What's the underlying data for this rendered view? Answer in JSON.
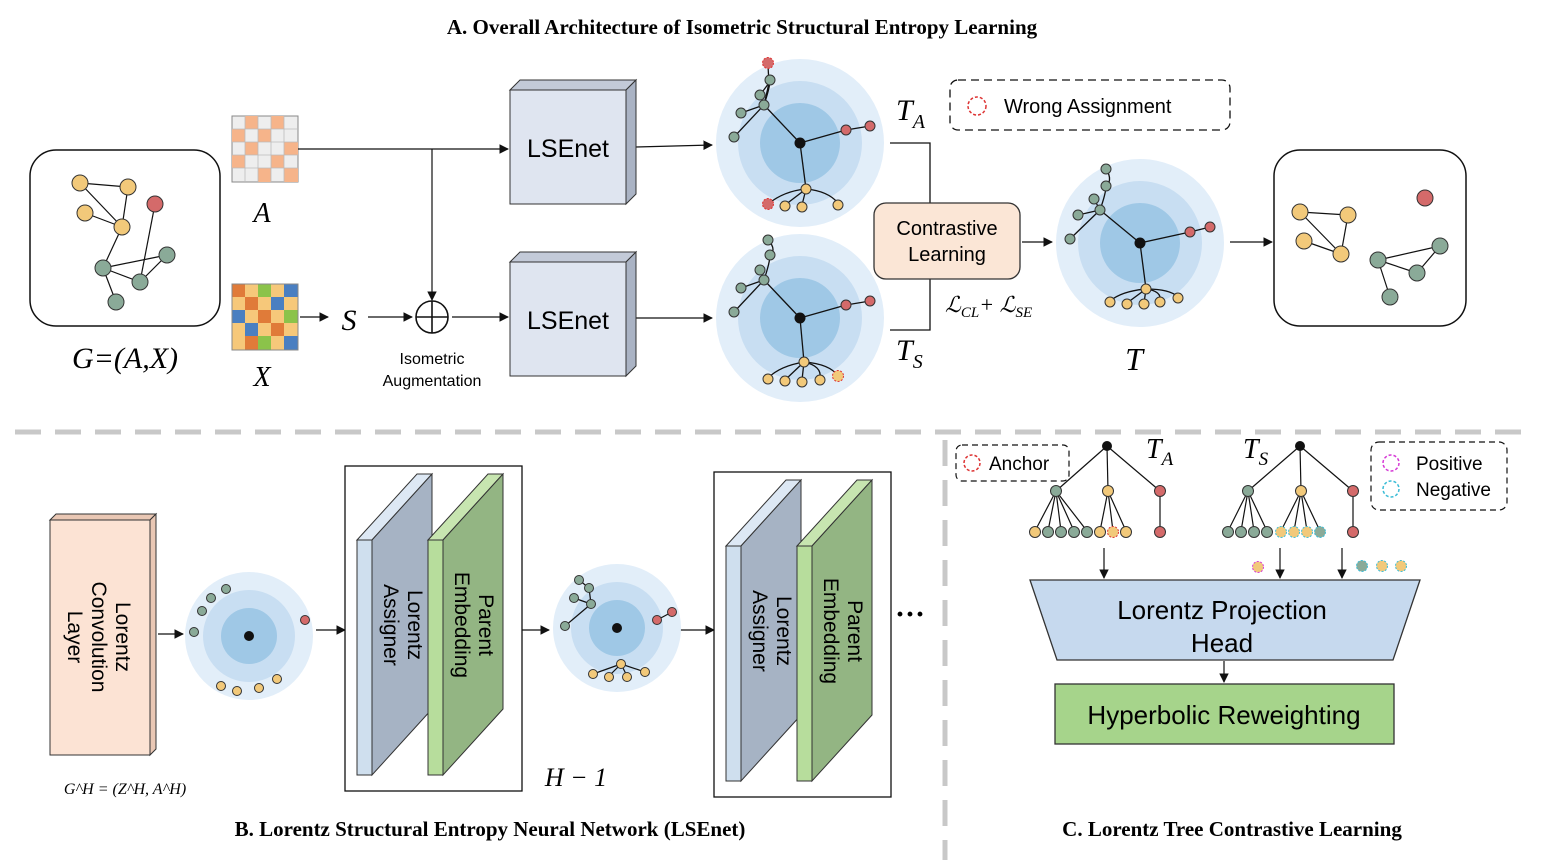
{
  "titles": {
    "a": "A. Overall Architecture of Isometric Structural Entropy Learning",
    "b": "B. Lorentz Structural Entropy Neural Network (LSEnet)",
    "c": "C. Lorentz Tree Contrastive Learning"
  },
  "part_a": {
    "graph_label": "G=(A,X)",
    "adj_label": "A",
    "feat_label": "X",
    "s_label": "S",
    "iso_line1": "Isometric",
    "iso_line2": "Augmentation",
    "lsenet_top": "LSEnet",
    "lsenet_bottom": "LSEnet",
    "ta_label": "T",
    "ta_sub": "A",
    "ts_label": "T",
    "ts_sub": "S",
    "contrast_line1": "Contrastive",
    "contrast_line2": "Learning",
    "loss_cl": "ℒ",
    "loss_cl_sub": "CL",
    "loss_plus": "+ ",
    "loss_se": "ℒ",
    "loss_se_sub": "SE",
    "t_label": "T",
    "legend_wrong": "Wrong Assignment"
  },
  "part_b": {
    "conv_line1": "Lorentz",
    "conv_line2": "Convolution",
    "conv_line3": "Layer",
    "gh_label": "G^H = (Z^H, A^H)",
    "assigner_line1": "Lorentz",
    "assigner_line2": "Assigner",
    "parent_line1": "Parent",
    "parent_line2": "Embedding",
    "h_minus": "H − 1",
    "ellipsis": "···"
  },
  "part_c": {
    "anchor_label": "Anchor",
    "ta_label": "T",
    "ta_sub": "A",
    "ts_label": "T",
    "ts_sub": "S",
    "positive_label": "Positive",
    "negative_label": "Negative",
    "proj_line1": "Lorentz Projection",
    "proj_line2": "Head",
    "reweight_label": "Hyperbolic Reweighting"
  },
  "colors": {
    "green_node": "#8aaa98",
    "yellow_node": "#f2c97a",
    "red_node": "#d46a6a",
    "lsenet_box": "#dfe5f0",
    "contrast_box": "#fbe6d6",
    "conv_box": "#fce3d4",
    "assigner_panel": "#a6b3c4",
    "parent_panel": "#93b583",
    "proj_head": "#c6d9ee",
    "reweight_box": "#a6d48b"
  }
}
